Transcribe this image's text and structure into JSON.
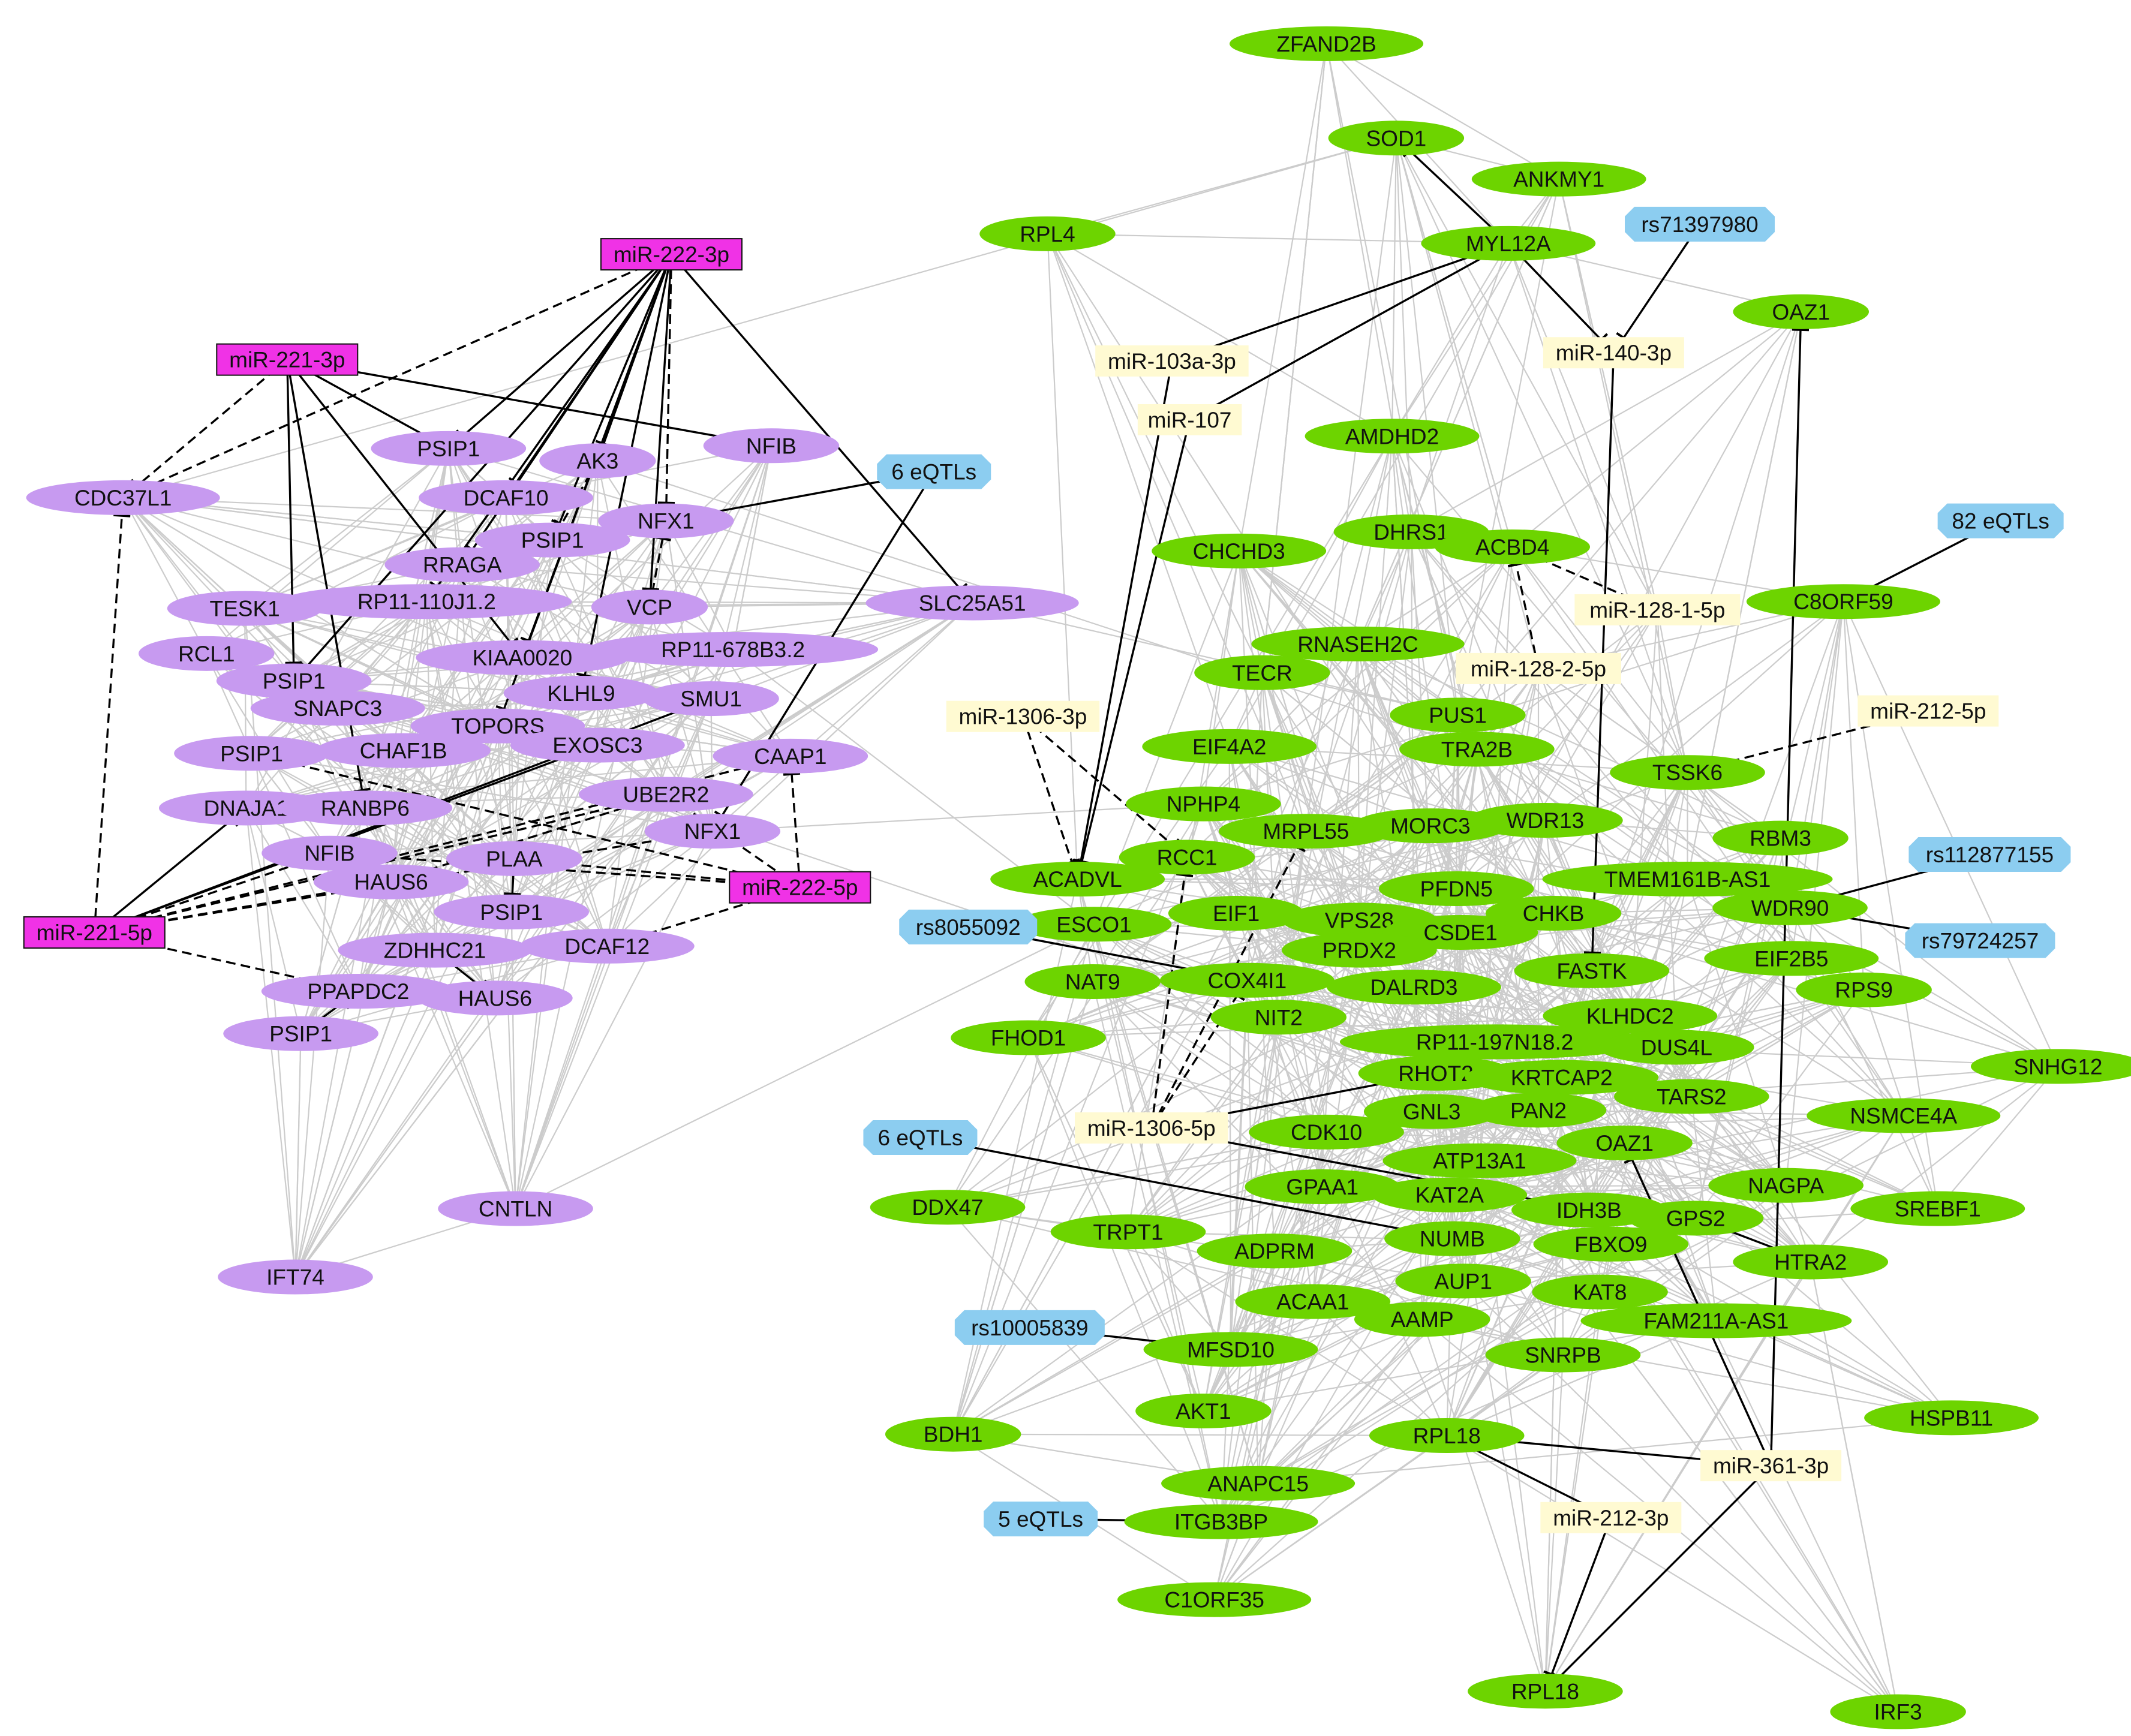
{
  "diagram": {
    "type": "regulatory-network",
    "colors": {
      "purple_gene": "#c79af0",
      "green_gene": "#6dd400",
      "mirna_magenta": "#f032e6",
      "mirna_yellow": "#fffad2",
      "eqtl_blue": "#8ccdf0",
      "coexpression_edge": "#cccccc",
      "regulatory_edge": "#000000"
    },
    "purple_genes": [
      "PSIP1",
      "AK3",
      "NFIB",
      "CDC37L1",
      "DCAF10",
      "NFX1",
      "PSIP1",
      "RRAGA",
      "TESK1",
      "RP11-110J1.2",
      "VCP",
      "SLC25A51",
      "RCL1",
      "KIAA0020",
      "RP11-678B3.2",
      "PSIP1",
      "SNAPC3",
      "KLHL9",
      "SMU1",
      "TOPORS",
      "PSIP1",
      "CHAF1B",
      "EXOSC3",
      "CAAP1",
      "UBE2R2",
      "DNAJA1",
      "RANBP6",
      "NFX1",
      "NFIB",
      "PLAA",
      "HAUS6",
      "PSIP1",
      "ZDHHC21",
      "DCAF12",
      "PPAPDC2",
      "HAUS6",
      "PSIP1",
      "CNTLN",
      "IFT74"
    ],
    "magenta_mirnas": [
      "miR-222-3p",
      "miR-221-3p",
      "miR-222-5p",
      "miR-221-5p"
    ],
    "yellow_mirnas": [
      "miR-103a-3p",
      "miR-107",
      "miR-140-3p",
      "miR-128-1-5p",
      "miR-128-2-5p",
      "miR-212-5p",
      "miR-1306-3p",
      "miR-1306-5p",
      "miR-361-3p",
      "miR-212-3p"
    ],
    "eqtls": [
      "6 eQTLs",
      "rs71397980",
      "82 eQTLs",
      "rs112877155",
      "rs79724257",
      "rs8055092",
      "6 eQTLs",
      "rs10005839",
      "5 eQTLs"
    ],
    "green_genes": [
      "ZFAND2B",
      "SOD1",
      "ANKMY1",
      "RPL4",
      "MYL12A",
      "OAZ1",
      "AMDHD2",
      "DHRS1",
      "ACBD4",
      "CHCHD3",
      "C8ORF59",
      "RNASEH2C",
      "TECR",
      "PUS1",
      "TRA2B",
      "TSSK6",
      "EIF4A2",
      "NPHP4",
      "MRPL55",
      "MORC3",
      "WDR13",
      "RBM3",
      "ACADVL",
      "RCC1",
      "PFDN5",
      "TMEM161B-AS1",
      "WDR90",
      "ESCO1",
      "EIF1",
      "VPS28",
      "CSDE1",
      "CHKB",
      "PRDX2",
      "EIF2B5",
      "NAT9",
      "COX4I1",
      "DALRD3",
      "FASTK",
      "RPS9",
      "NIT2",
      "KLHDC2",
      "FHOD1",
      "RP11-197N18.2",
      "DUS4L",
      "RHOT2",
      "KRTCAP2",
      "SNHG12",
      "TARS2",
      "GNL3",
      "PAN2",
      "NSMCE4A",
      "CDK10",
      "OAZ1",
      "ATP13A1",
      "GPAA1",
      "NAGPA",
      "KAT2A",
      "IDH3B",
      "SREBF1",
      "DDX47",
      "GPS2",
      "TRPT1",
      "NUMB",
      "ADPRM",
      "FBXO9",
      "HTRA2",
      "AUP1",
      "ACAA1",
      "KAT8",
      "AAMP",
      "FAM211A-AS1",
      "MFSD10",
      "SNRPB",
      "HSPB11",
      "BDH1",
      "AKT1",
      "RPL18",
      "ANAPC15",
      "ITGB3BP",
      "C1ORF35",
      "RPL18",
      "IRF3"
    ]
  }
}
